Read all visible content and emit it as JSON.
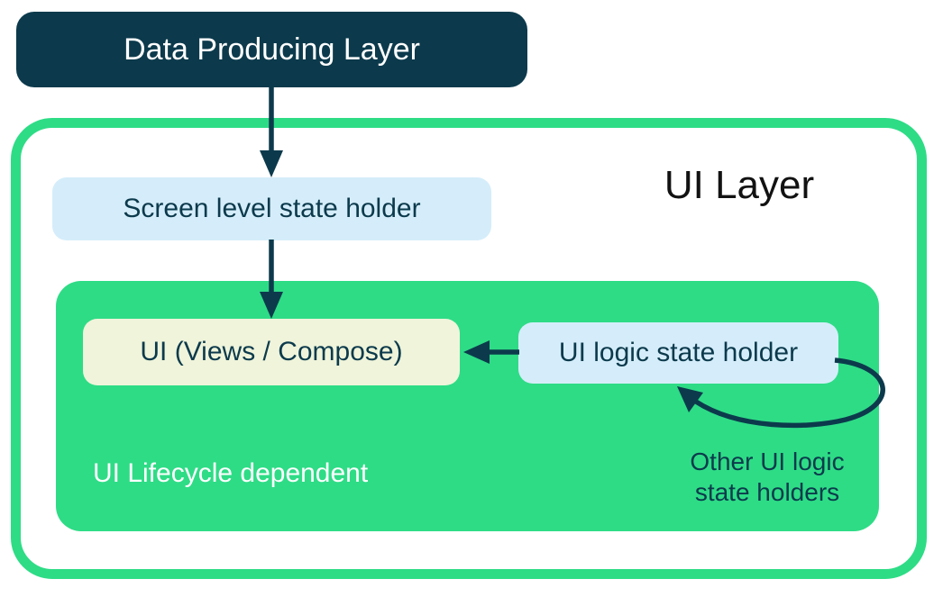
{
  "diagram": {
    "data_producing_layer": {
      "label": "Data Producing Layer"
    },
    "ui_layer": {
      "title": "UI Layer",
      "screen_state_holder": {
        "label": "Screen level state holder"
      },
      "lifecycle_container": {
        "caption": "UI Lifecycle dependent",
        "ui_node": {
          "label": "UI (Views / Compose)"
        },
        "ui_logic_state_holder": {
          "label": "UI logic state holder"
        },
        "other_holders_note": {
          "line1": "Other UI logic",
          "line2": "state holders"
        }
      }
    },
    "arrows": [
      {
        "name": "data-to-screen-state-holder",
        "type": "straight-down"
      },
      {
        "name": "screen-state-holder-to-ui",
        "type": "straight-down"
      },
      {
        "name": "ui-logic-state-holder-to-ui",
        "type": "straight-left"
      },
      {
        "name": "other-ui-logic-state-holders-loop",
        "type": "curved-loop"
      }
    ],
    "colors": {
      "navy": "#0c3a4c",
      "green": "#2edc86",
      "light_blue": "#d5edfa",
      "cream": "#eff4da",
      "title_text": "#121212",
      "background": "#ffffff"
    }
  }
}
